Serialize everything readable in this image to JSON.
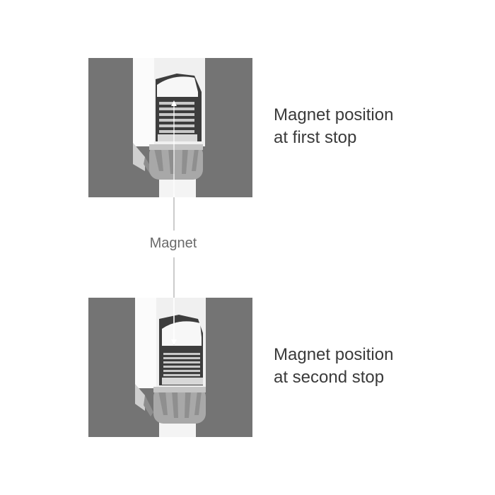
{
  "diagram": {
    "magnet_label": "Magnet",
    "stops": [
      {
        "caption_line1": "Magnet position",
        "caption_line2": "at first stop"
      },
      {
        "caption_line1": "Magnet position",
        "caption_line2": "at second stop"
      }
    ]
  },
  "colors": {
    "panel_background": "#747474",
    "housing": "#f2f2f2",
    "cap": "#a9a9a9",
    "spring": "#2a2a2a",
    "text": "#3a3a3a"
  }
}
